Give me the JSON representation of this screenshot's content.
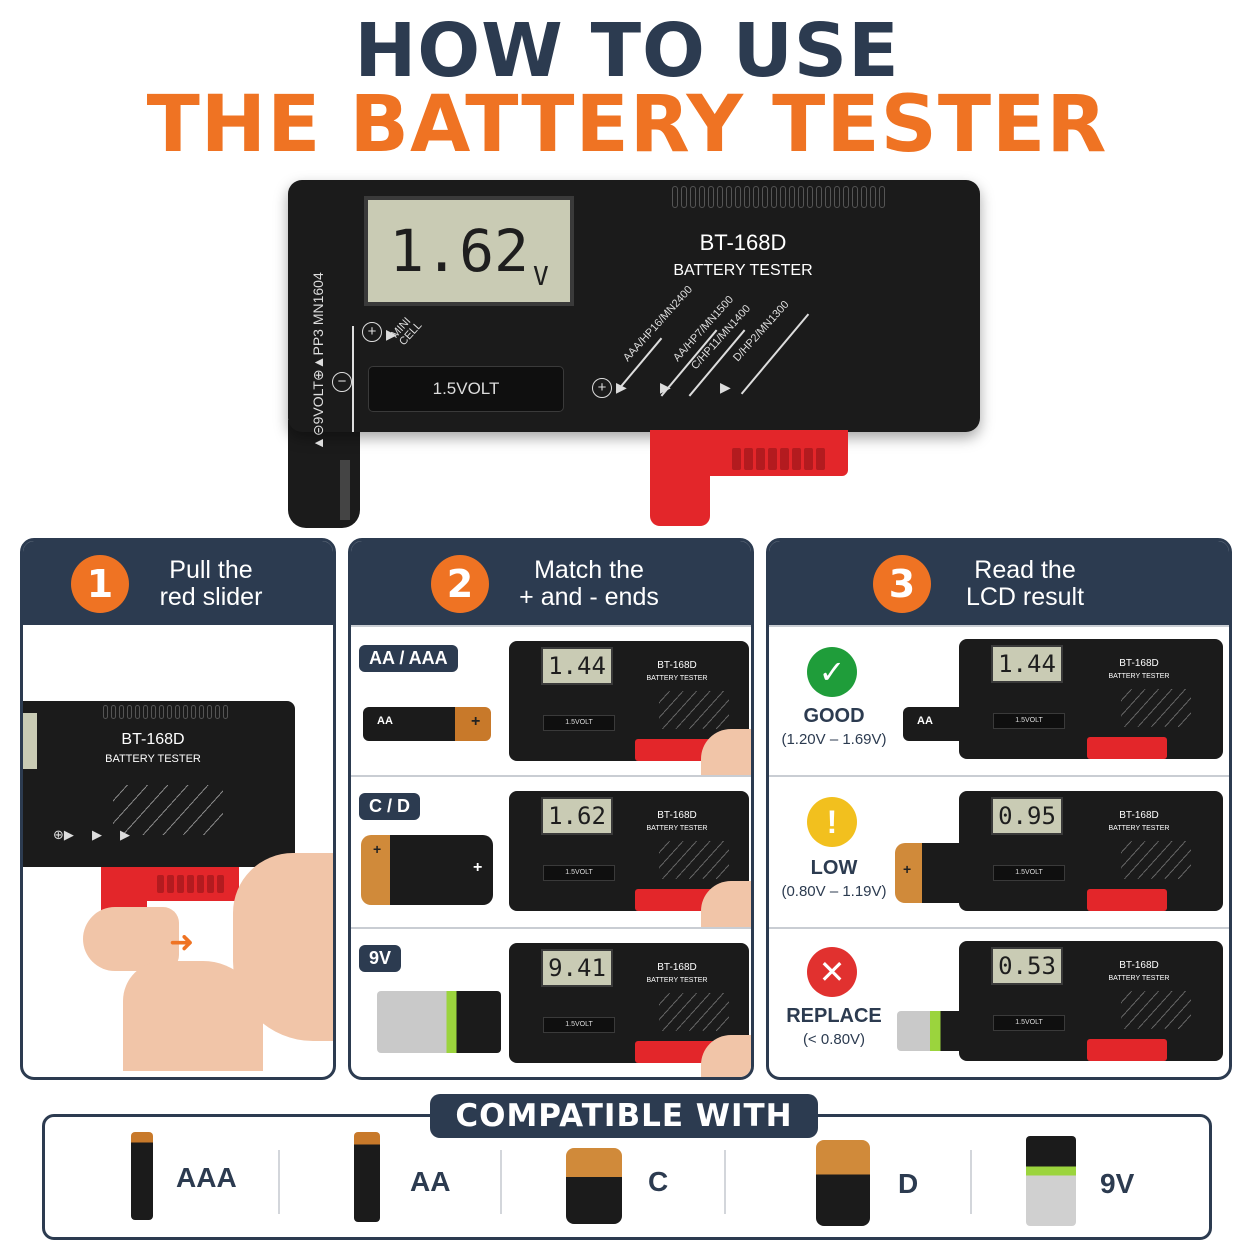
{
  "header": {
    "line1": "HOW TO USE",
    "line2": "THE BATTERY TESTER"
  },
  "tester": {
    "reading": "1.62",
    "unit": "V",
    "model": "BT-168D",
    "name": "BATTERY TESTER",
    "side_label": "▲⊝9VOLT⊕▲PP3 MN1604",
    "mini_cell": "MINI CELL",
    "slot_label": "1.5VOLT",
    "cell_marks": [
      "AAA/HP16/MN2400",
      "AA/HP7/MN1500",
      "C/HP11/MN1400",
      "D/HP2/MN1300"
    ]
  },
  "steps": [
    {
      "number": "1",
      "line1": "Pull the",
      "line2": "red slider"
    },
    {
      "number": "2",
      "line1": "Match the",
      "line2": "+ and - ends"
    },
    {
      "number": "3",
      "line1": "Read the",
      "line2": "LCD result"
    }
  ],
  "match_rows": [
    {
      "tag": "AA / AAA",
      "reading": "1.44",
      "battery_label": "AA"
    },
    {
      "tag": "C / D",
      "reading": "1.62"
    },
    {
      "tag": "9V",
      "reading": "9.41"
    }
  ],
  "results": [
    {
      "status": "GOOD",
      "range": "(1.20V – 1.69V)",
      "reading": "1.44",
      "icon": "check-icon",
      "color": "#1f9d3a",
      "battery_label": "AA"
    },
    {
      "status": "LOW",
      "range": "(0.80V – 1.19V)",
      "reading": "0.95",
      "icon": "exclamation-icon",
      "color": "#f2c01e"
    },
    {
      "status": "REPLACE",
      "range": "(< 0.80V)",
      "reading": "0.53",
      "icon": "x-icon",
      "color": "#e1312f"
    }
  ],
  "compatible": {
    "title": "COMPATIBLE WITH",
    "items": [
      "AAA",
      "AA",
      "C",
      "D",
      "9V"
    ]
  },
  "colors": {
    "navy": "#2c3b50",
    "orange": "#ef7323",
    "red_slider": "#e3262a",
    "lcd": "#c9cbb4"
  }
}
